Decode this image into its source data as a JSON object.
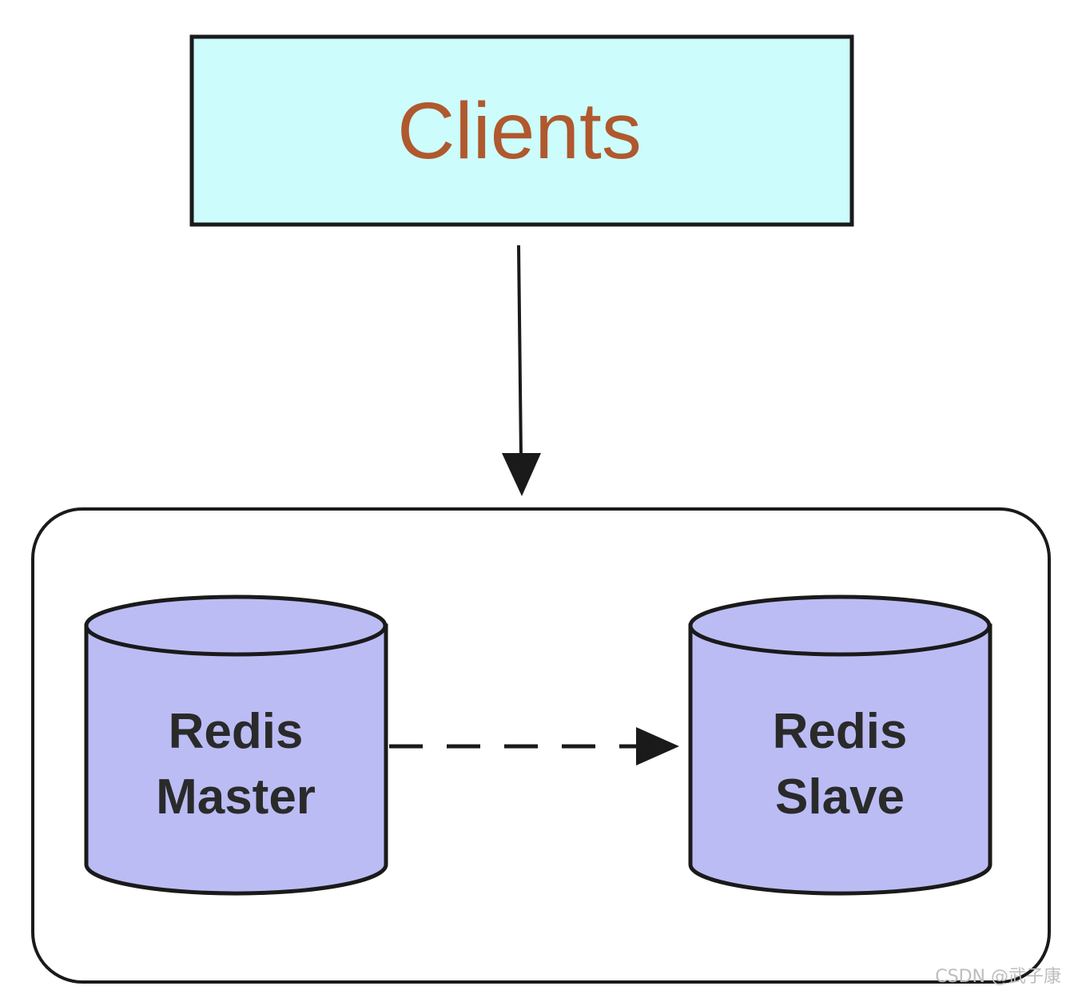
{
  "clients": {
    "label": "Clients"
  },
  "master": {
    "line1": "Redis",
    "line2": "Master"
  },
  "slave": {
    "line1": "Redis",
    "line2": "Slave"
  },
  "watermark": "CSDN @武子康",
  "colors": {
    "clients_fill": "#ccfcfc",
    "clients_text": "#b0582e",
    "db_fill": "#bcbcf5",
    "stroke": "#1a1a1a"
  }
}
